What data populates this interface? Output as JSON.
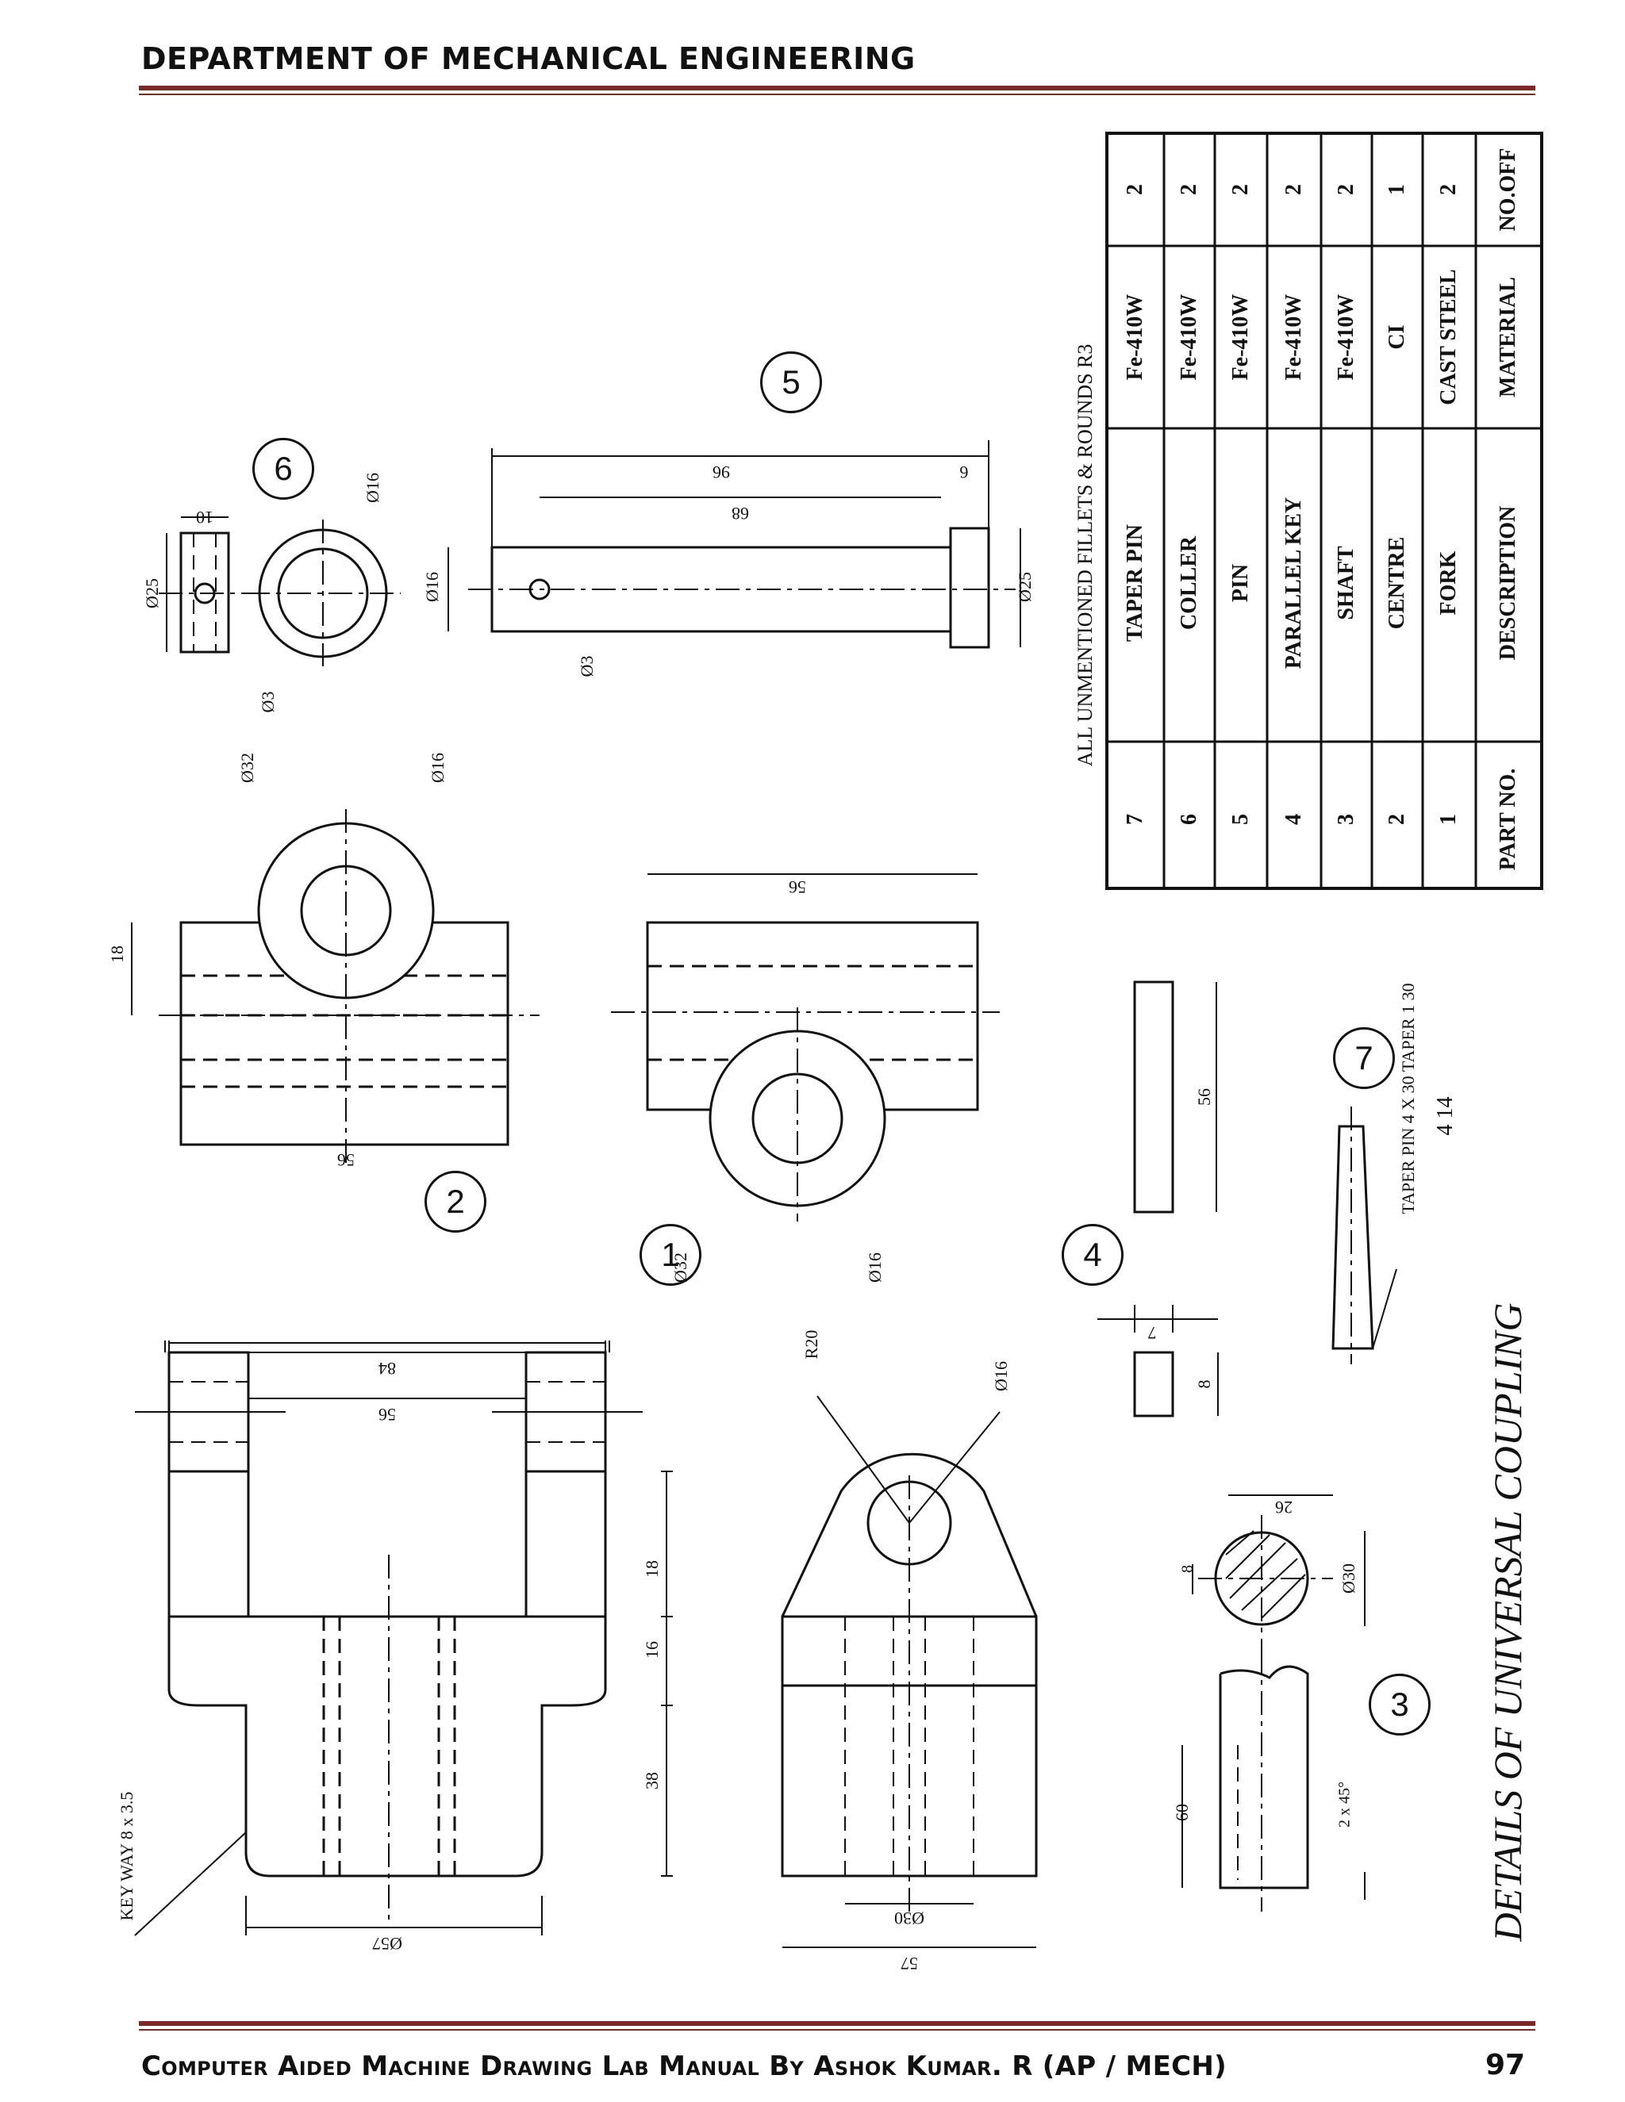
{
  "header": {
    "title": "DEPARTMENT OF MECHANICAL ENGINEERING"
  },
  "footer": {
    "text": "Computer Aided Machine Drawing Lab Manual By Ashok Kumar. R (AP / MECH)",
    "page": "97"
  },
  "drawing": {
    "title": "DETAILS OF UNIVERSAL COUPLING",
    "note": "ALL UNMENTIONED FILLETS & ROUNDS R3",
    "code": "4 14",
    "keyway": "KEY WAY 8 x 3.5",
    "taper": "TAPER PIN 4 X 30 TAPER 1 30",
    "chamfer": "2 x 45°",
    "part_labels": [
      "1",
      "2",
      "3",
      "4",
      "5",
      "6",
      "7"
    ],
    "dims": {
      "d84": "84",
      "d56a": "56",
      "d18": "18",
      "d16": "16",
      "d38": "38",
      "d57a": "Ø57",
      "r20": "R20",
      "p16a": "Ø16",
      "p30a": "Ø30",
      "d57b": "57",
      "d56b": "56",
      "d18b": "18",
      "p32a": "Ø32",
      "p16b": "Ø16",
      "d56c": "56",
      "p32b": "Ø32",
      "p16c": "Ø16",
      "d96": "96",
      "d68": "68",
      "d6": "6",
      "p16d": "Ø16",
      "p25a": "Ø25",
      "p3a": "Ø3",
      "p25b": "Ø25",
      "d10": "10",
      "p16e": "Ø16",
      "p3b": "Ø3",
      "d7": "7",
      "d8": "8",
      "d56d": "56",
      "d26": "26",
      "d8b": "8",
      "p30b": "Ø30",
      "d60": "60"
    }
  },
  "bom": {
    "headers": [
      "PART NO.",
      "DESCRIPTION",
      "MATERIAL",
      "NO.OFF"
    ],
    "rows": [
      [
        "7",
        "TAPER PIN",
        "Fe-410W",
        "2"
      ],
      [
        "6",
        "COLLER",
        "Fe-410W",
        "2"
      ],
      [
        "5",
        "PIN",
        "Fe-410W",
        "2"
      ],
      [
        "4",
        "PARALLEL KEY",
        "Fe-410W",
        "2"
      ],
      [
        "3",
        "SHAFT",
        "Fe-410W",
        "2"
      ],
      [
        "2",
        "CENTRE",
        "CI",
        "1"
      ],
      [
        "1",
        "FORK",
        "CAST STEEL",
        "2"
      ]
    ]
  }
}
